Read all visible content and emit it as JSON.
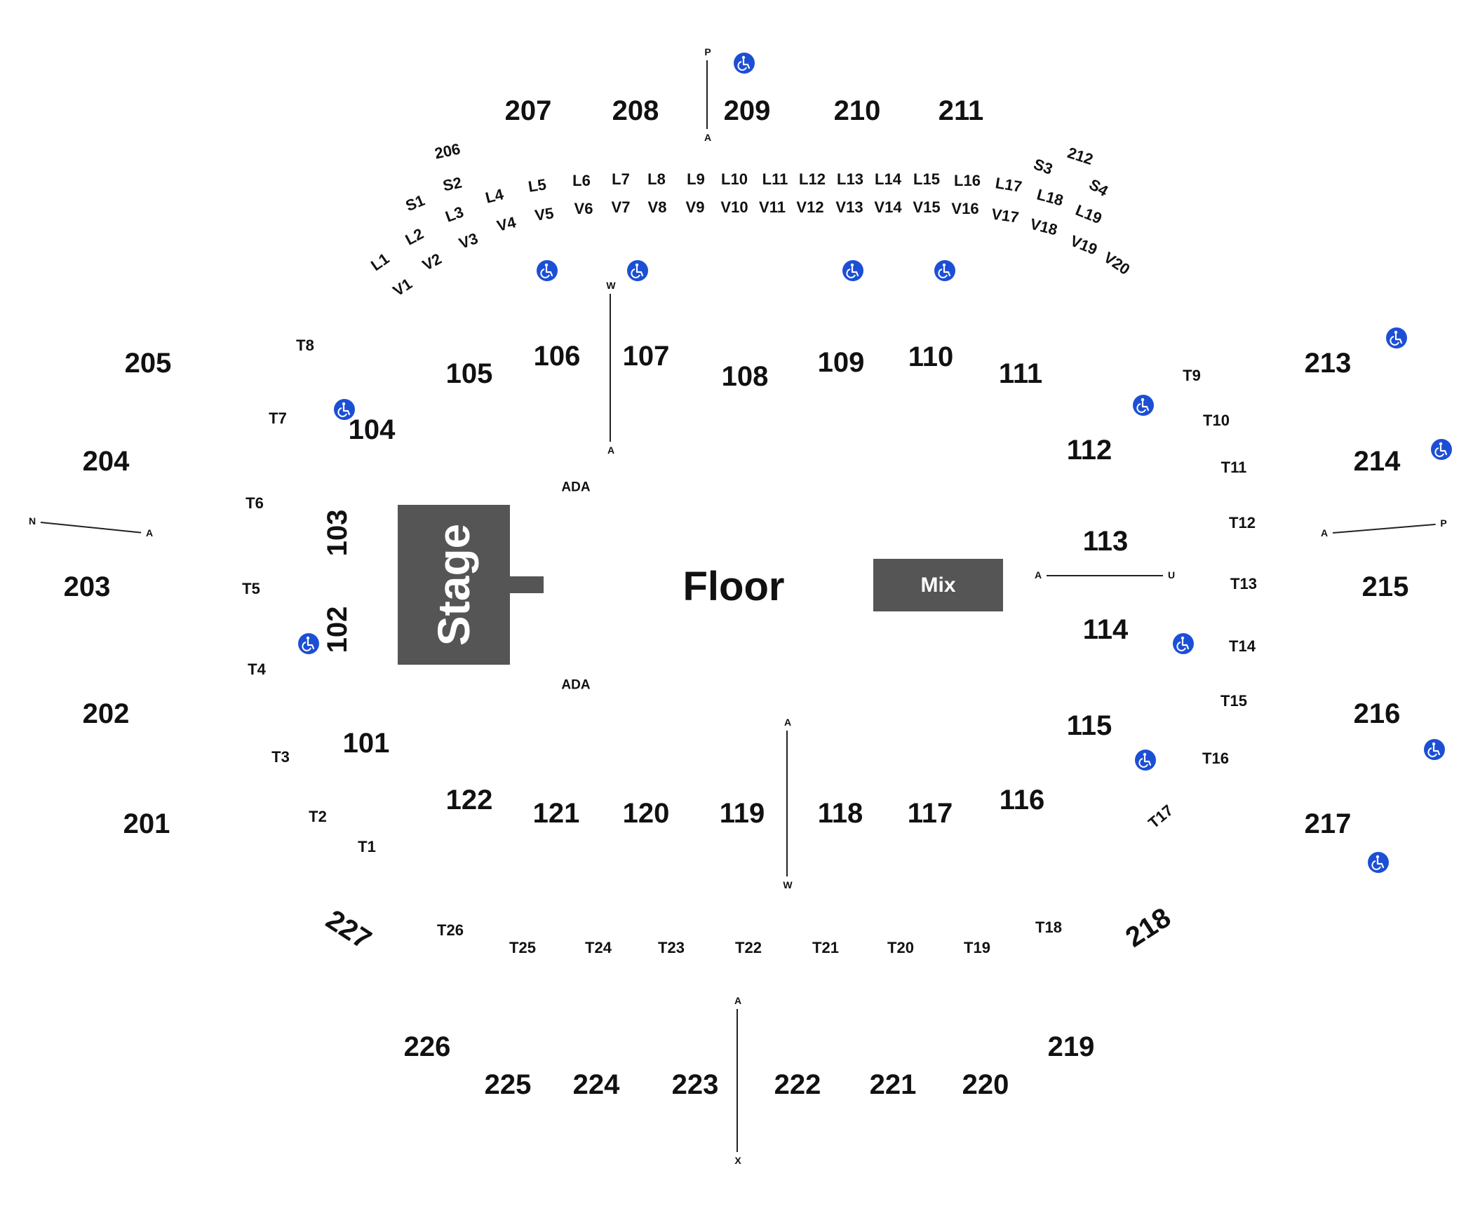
{
  "stage_label": "Stage",
  "floor_label": "Floor",
  "mix_label": "Mix",
  "ada_labels": [
    "ADA",
    "ADA"
  ],
  "accent_color": "#1c4fd4",
  "block_color": "#555555",
  "icon": "wheelchair-accessible-icon",
  "sections_lower": [
    "101",
    "102",
    "103",
    "104",
    "105",
    "106",
    "107",
    "108",
    "109",
    "110",
    "111",
    "112",
    "113",
    "114",
    "115",
    "116",
    "117",
    "118",
    "119",
    "120",
    "121",
    "122"
  ],
  "sections_upper": [
    "201",
    "202",
    "203",
    "204",
    "205",
    "206",
    "207",
    "208",
    "209",
    "210",
    "211",
    "212",
    "213",
    "214",
    "215",
    "216",
    "217",
    "218",
    "219",
    "220",
    "221",
    "222",
    "223",
    "224",
    "225",
    "226",
    "227"
  ],
  "tables": [
    "T1",
    "T2",
    "T3",
    "T4",
    "T5",
    "T6",
    "T7",
    "T8",
    "T9",
    "T10",
    "T11",
    "T12",
    "T13",
    "T14",
    "T15",
    "T16",
    "T17",
    "T18",
    "T19",
    "T20",
    "T21",
    "T22",
    "T23",
    "T24",
    "T25",
    "T26"
  ],
  "loge_boxes": [
    "S1",
    "S2",
    "S3",
    "S4",
    "L1",
    "L2",
    "L3",
    "L4",
    "L5",
    "L6",
    "L7",
    "L8",
    "L9",
    "L10",
    "L11",
    "L12",
    "L13",
    "L14",
    "L15",
    "L16",
    "L17",
    "L18",
    "L19",
    "V1",
    "V2",
    "V3",
    "V4",
    "V5",
    "V6",
    "V7",
    "V8",
    "V9",
    "V10",
    "V11",
    "V12",
    "V13",
    "V14",
    "V15",
    "V16",
    "V17",
    "V18",
    "V19",
    "V20"
  ],
  "row_markers": {
    "top": [
      "P",
      "A"
    ],
    "upper_left": [
      "W",
      "A"
    ],
    "floor_center": [
      "A",
      "W"
    ],
    "bottom": [
      "A",
      "X"
    ],
    "left": [
      "N",
      "A"
    ],
    "right": [
      "A",
      "P"
    ],
    "right_inner": [
      "A",
      "U"
    ]
  }
}
